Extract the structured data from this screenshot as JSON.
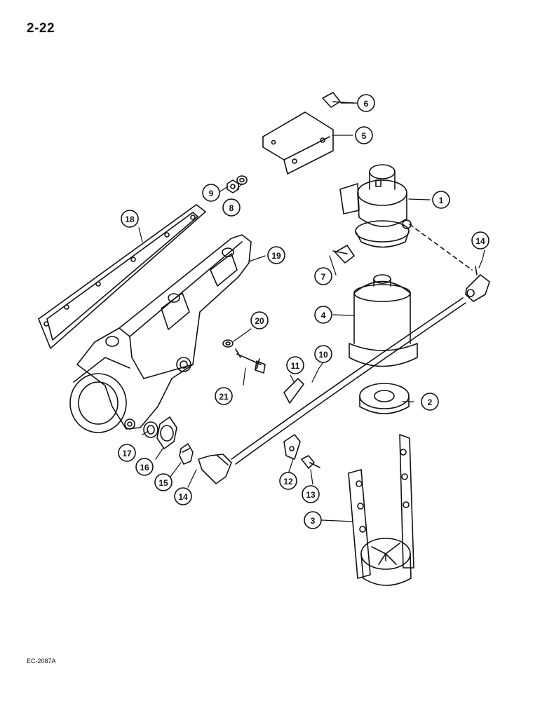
{
  "page_number": "2-22",
  "figure_code": "EC-2087A",
  "callouts": [
    "1",
    "2",
    "3",
    "4",
    "5",
    "6",
    "7",
    "8",
    "9",
    "10",
    "11",
    "12",
    "13",
    "14",
    "14",
    "15",
    "16",
    "17",
    "18",
    "19",
    "20",
    "21"
  ]
}
